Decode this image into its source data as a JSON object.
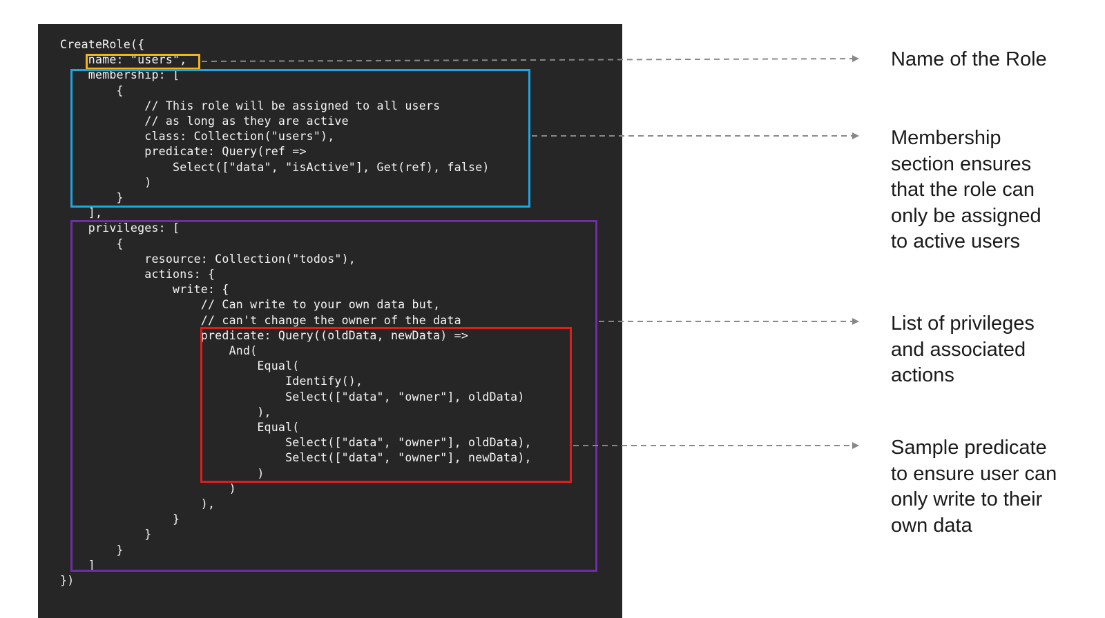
{
  "code_lines": [
    "CreateRole({",
    "    name: \"users\",",
    "    membership: [",
    "        {",
    "            // This role will be assigned to all users",
    "            // as long as they are active",
    "            class: Collection(\"users\"),",
    "            predicate: Query(ref =>",
    "                Select([\"data\", \"isActive\"], Get(ref), false)",
    "            )",
    "        }",
    "    ],",
    "    privileges: [",
    "        {",
    "            resource: Collection(\"todos\"),",
    "            actions: {",
    "                write: {",
    "                    // Can write to your own data but,",
    "                    // can't change the owner of the data",
    "                    predicate: Query((oldData, newData) =>",
    "                        And(",
    "                            Equal(",
    "                                Identify(),",
    "                                Select([\"data\", \"owner\"], oldData)",
    "                            ),",
    "                            Equal(",
    "                                Select([\"data\", \"owner\"], oldData),",
    "                                Select([\"data\", \"owner\"], newData),",
    "                            )",
    "                        )",
    "                    ),",
    "                }",
    "            }",
    "        }",
    "    ]",
    "})"
  ],
  "annotations": [
    {
      "name": "role-name",
      "color": "#f5b31b",
      "lines": [
        "Name of the Role"
      ]
    },
    {
      "name": "membership",
      "color": "#1ba6e6",
      "lines": [
        "Membership",
        "section ensures",
        "that the role can",
        "only be assigned",
        "to active users"
      ]
    },
    {
      "name": "privileges",
      "color": "#6f2da8",
      "lines": [
        "List of privileges",
        "and associated",
        "actions"
      ]
    },
    {
      "name": "predicate",
      "color": "#e21b1b",
      "lines": [
        "Sample predicate",
        "to ensure user can",
        "only write to their",
        "own data"
      ]
    }
  ]
}
